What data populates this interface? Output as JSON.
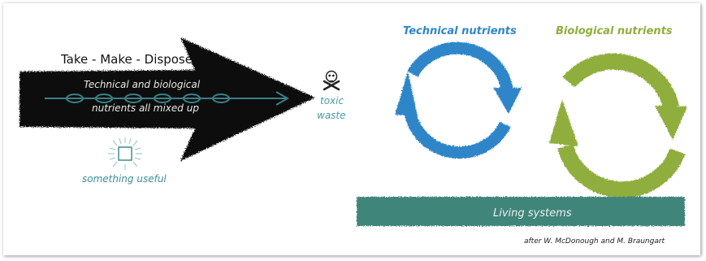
{
  "left_panel": {
    "title": "Take - Make - Dispose",
    "arrow_text_line1": "Technical and biological",
    "arrow_text_line2": "nutrients all mixed up",
    "toxic_line1": "toxic",
    "toxic_line2": "waste",
    "useful_label": "something useful"
  },
  "right_panel": {
    "technical_label": "Technical nutrients",
    "biological_label": "Biological nutrients",
    "living_label": "Living systems",
    "credit": "after W. McDonough and M. Braungart"
  },
  "colors": {
    "arrow": "#111111",
    "teal_text": "#3a7f86",
    "technical": "#2e86c8",
    "biological": "#8fae3c",
    "living": "#3f857a",
    "toxic": "#4a9aa5",
    "useful": "#3e8e92"
  },
  "icons": [
    "skull-crossbones-icon",
    "shining-box-icon"
  ]
}
